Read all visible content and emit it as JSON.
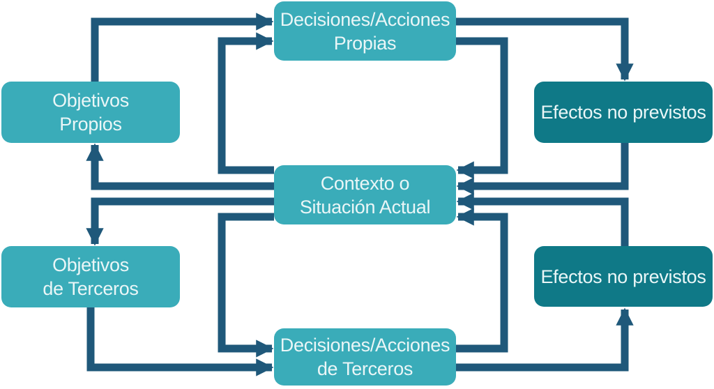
{
  "diagram": {
    "colors": {
      "background": "#ffffff",
      "box_teal": "#3AACB9",
      "box_teal_dark": "#0F7987",
      "arrow": "#1F587A",
      "label_text": "#EAF6F7"
    },
    "nodes": {
      "decisiones_acciones_propias": {
        "label": "Decisiones/Acciones\nPropias"
      },
      "objetivos_propios": {
        "label": "Objetivos\nPropios"
      },
      "efectos_no_previstos_superior": {
        "label": "Efectos no previstos"
      },
      "contexto_situacion_actual": {
        "label": "Contexto o\nSituación Actual"
      },
      "objetivos_de_terceros": {
        "label": "Objetivos\nde Terceros"
      },
      "efectos_no_previstos_inferior": {
        "label": "Efectos no previstos"
      },
      "decisiones_acciones_de_terceros": {
        "label": "Decisiones/Acciones\nde Terceros"
      }
    },
    "edges": [
      {
        "from": "objetivos_propios",
        "to": "decisiones_acciones_propias"
      },
      {
        "from": "contexto_situacion_actual",
        "to": "decisiones_acciones_propias"
      },
      {
        "from": "decisiones_acciones_propias",
        "to": "efectos_no_previstos_superior"
      },
      {
        "from": "decisiones_acciones_propias",
        "to": "contexto_situacion_actual"
      },
      {
        "from": "efectos_no_previstos_superior",
        "to": "contexto_situacion_actual"
      },
      {
        "from": "contexto_situacion_actual",
        "to": "objetivos_propios"
      },
      {
        "from": "contexto_situacion_actual",
        "to": "objetivos_de_terceros"
      },
      {
        "from": "contexto_situacion_actual",
        "to": "decisiones_acciones_de_terceros"
      },
      {
        "from": "efectos_no_previstos_inferior",
        "to": "contexto_situacion_actual"
      },
      {
        "from": "objetivos_de_terceros",
        "to": "decisiones_acciones_de_terceros"
      },
      {
        "from": "decisiones_acciones_de_terceros",
        "to": "contexto_situacion_actual"
      },
      {
        "from": "decisiones_acciones_de_terceros",
        "to": "efectos_no_previstos_inferior"
      }
    ]
  }
}
